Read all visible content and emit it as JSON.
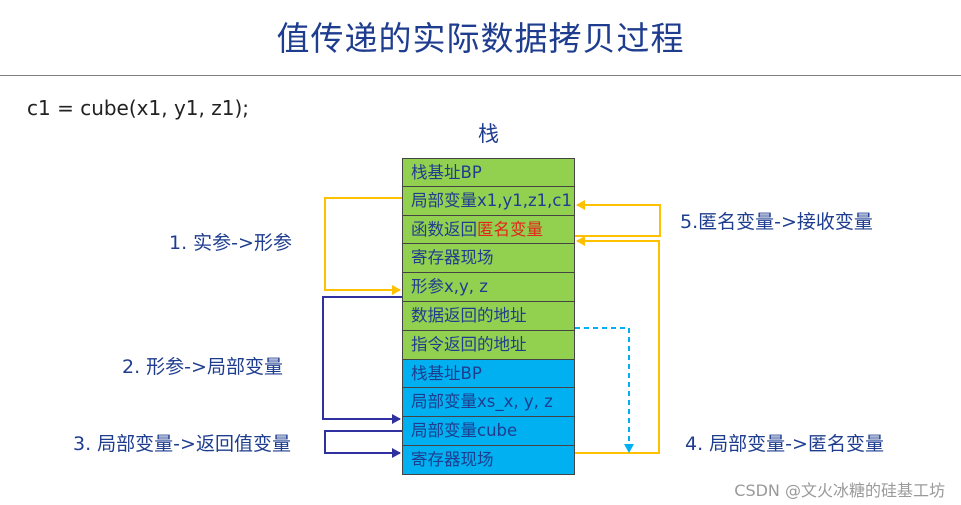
{
  "title": "值传递的实际数据拷贝过程",
  "code_line": "c1 = cube(x1, y1, z1);",
  "stack_label": "栈",
  "stack_cells": [
    {
      "text": "栈基址BP",
      "color": "green"
    },
    {
      "text": "局部变量x1,y1,z1,c1",
      "color": "green"
    },
    {
      "text": "函数返回",
      "highlight": "匿名变量",
      "color": "green"
    },
    {
      "text": "寄存器现场",
      "color": "green"
    },
    {
      "text": "形参x,y, z",
      "color": "green"
    },
    {
      "text": "数据返回的地址",
      "color": "green"
    },
    {
      "text": "指令返回的地址",
      "color": "green"
    },
    {
      "text": "栈基址BP",
      "color": "blue"
    },
    {
      "text": "局部变量xs_x, y, z",
      "color": "blue"
    },
    {
      "text": "局部变量cube",
      "color": "blue"
    },
    {
      "text": "寄存器现场",
      "color": "blue"
    }
  ],
  "steps": {
    "step1": "1. 实参->形参",
    "step2": "2. 形参->局部变量",
    "step3": "3. 局部变量->返回值变量",
    "step4": "4. 局部变量->匿名变量",
    "step5": "5.匿名变量->接收变量"
  },
  "colors": {
    "green_cell": "#92d050",
    "blue_cell": "#00b0f0",
    "orange_arrow": "#ffc000",
    "blue_arrow": "#3030a0",
    "cyan_dashed_arrow": "#00b0f0",
    "title_text": "#1f3d8f",
    "highlight_text": "#e3261a"
  },
  "watermark": "CSDN @文火冰糖的硅基工坊"
}
